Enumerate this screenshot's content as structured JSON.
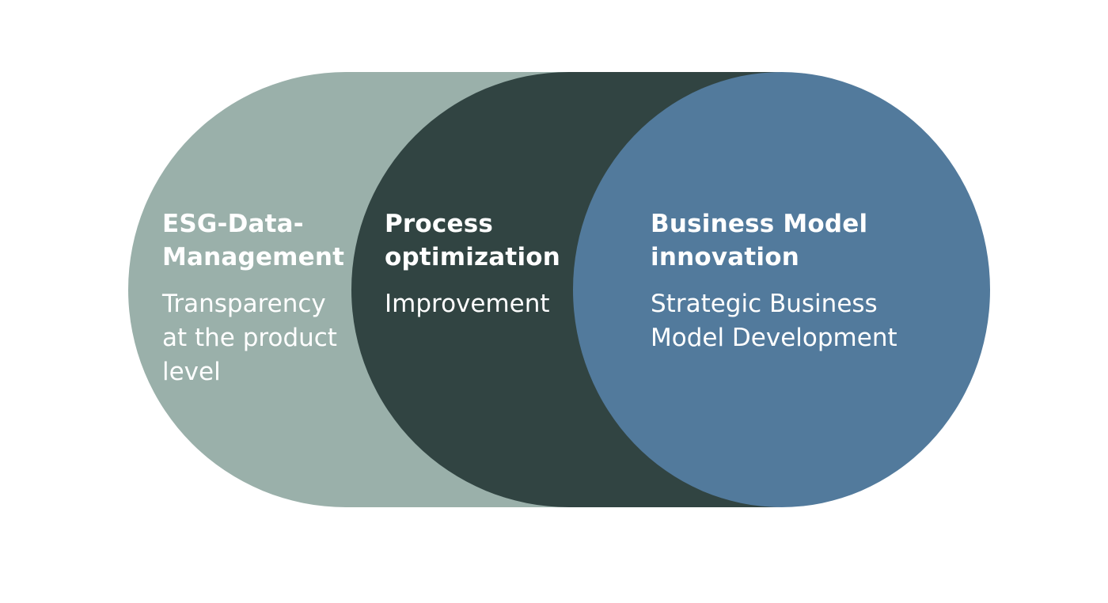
{
  "colors": {
    "background": "#ffffff",
    "esg_shape": "#9ab0aa",
    "process_shape": "#314442",
    "business_model_shape": "#527a9c",
    "text": "#ffffff"
  },
  "sections": [
    {
      "title": "ESG-Data-\nManagement",
      "description": "Transparency\nat the product\nlevel"
    },
    {
      "title": "Process\noptimization",
      "description": "Improvement"
    },
    {
      "title": "Business Model\ninnovation",
      "description": "Strategic Business\nModel Development"
    }
  ]
}
